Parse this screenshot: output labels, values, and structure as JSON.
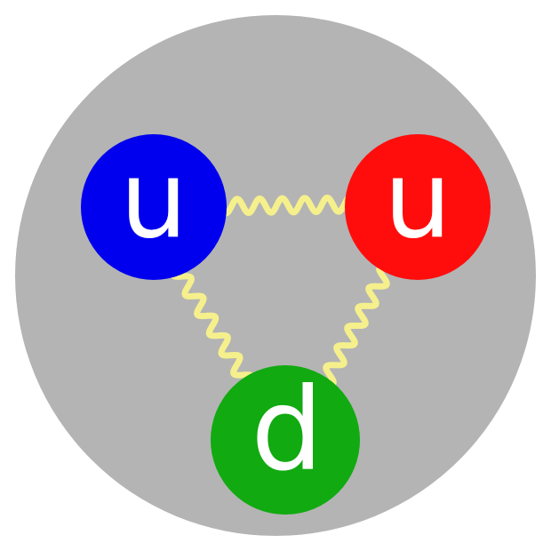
{
  "colors": {
    "background": "#ffffff",
    "proton": "#b4b4b4",
    "gluon": "#f5f08c",
    "label": "#ffffff"
  },
  "quarks": [
    {
      "id": "up-blue",
      "label": "u",
      "color": "#0000ee"
    },
    {
      "id": "up-red",
      "label": "u",
      "color": "#ff0d0d"
    },
    {
      "id": "down-green",
      "label": "d",
      "color": "#11aa11"
    }
  ],
  "gluons": [
    {
      "id": "gluon-blue-red",
      "from": "up-blue",
      "to": "up-red"
    },
    {
      "id": "gluon-blue-green",
      "from": "up-blue",
      "to": "down-green"
    },
    {
      "id": "gluon-red-green",
      "from": "up-red",
      "to": "down-green"
    }
  ]
}
